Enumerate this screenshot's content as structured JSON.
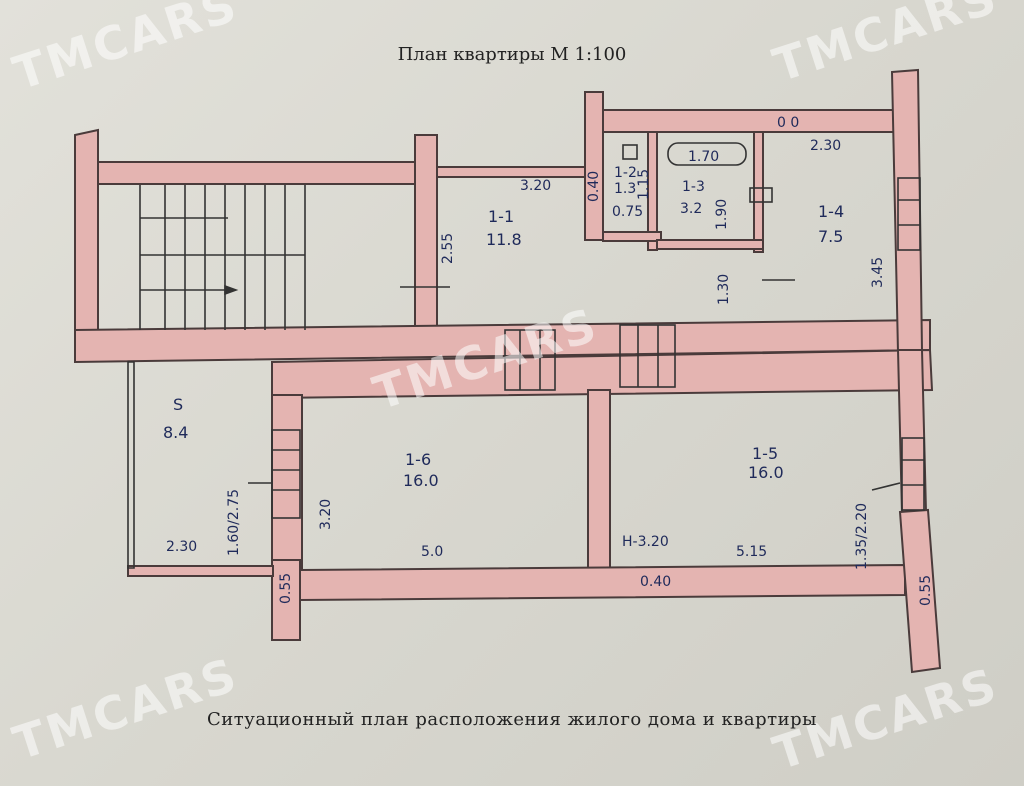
{
  "plan_title": "План квартиры М 1:100",
  "situation_title": "Ситуационный план расположения жилого дома и квартиры",
  "watermark": "TMCARS",
  "rooms": [
    {
      "id": "1-1",
      "area": "11.8"
    },
    {
      "id": "1-2",
      "area": "1.3",
      "extra": "0.75"
    },
    {
      "id": "1-3",
      "area": "3.2"
    },
    {
      "id": "1-4",
      "area": "7.5"
    },
    {
      "id": "1-5",
      "area": "16.0"
    },
    {
      "id": "1-6",
      "area": "16.0"
    },
    {
      "id": "S",
      "area": "8.4"
    }
  ],
  "dimensions": {
    "d_320_top": "3.20",
    "d_00": "0 0",
    "d_230_top": "2.30",
    "d_170": "1.70",
    "d_255": "2.55",
    "d_040_left": "0.40",
    "d_115": "1.15",
    "d_190": "1.90",
    "d_130": "1.30",
    "d_345": "3.45",
    "d_320_left": "3.20",
    "d_50": "5.0",
    "d_h320": "H-3.20",
    "d_515": "5.15",
    "d_135": "1.35/2.20",
    "d_040_bottom": "0.40",
    "d_055_left": "0.55",
    "d_055_right": "0.55",
    "d_160": "1.60/2.75",
    "d_230_s": "2.30"
  }
}
